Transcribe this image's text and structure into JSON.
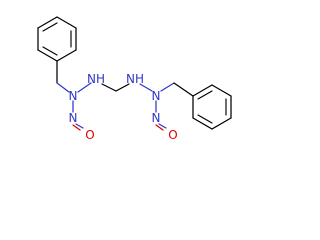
{
  "diagram": {
    "atoms": {
      "left_hydrazine_n_label": "N",
      "left_amine_label": "NH",
      "right_amine_label": "NH",
      "right_hydrazine_n_label": "N",
      "left_nitroso_n_label": "N",
      "right_nitroso_n_label": "N",
      "left_oxygen_label": "O",
      "right_oxygen_label": "O"
    },
    "colors": {
      "bond": "#000000",
      "nitrogen": "#2f37c8",
      "oxygen": "#e00000",
      "background": "#ffffff"
    }
  }
}
